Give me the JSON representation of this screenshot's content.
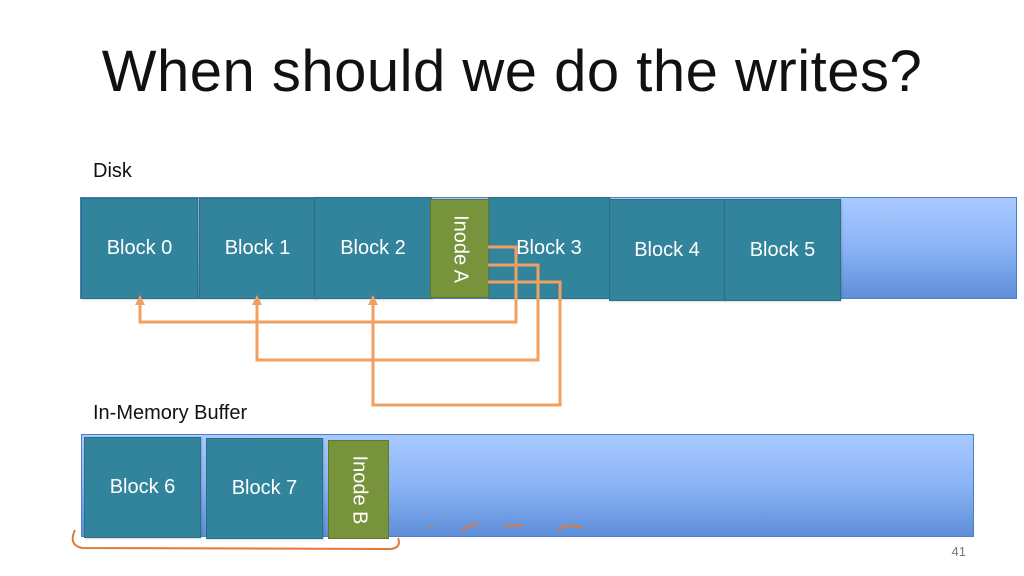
{
  "title": "When should we do the writes?",
  "disk": {
    "label": "Disk",
    "blocks": [
      "Block 0",
      "Block 1",
      "Block 2",
      "Block 3",
      "Block 4",
      "Block 5"
    ],
    "inode": "Inode A"
  },
  "memory": {
    "label": "In-Memory Buffer",
    "blocks": [
      "Block 6",
      "Block 7"
    ],
    "inode": "Inode B"
  },
  "slide_number": "41",
  "colors": {
    "block": "#31849b",
    "inode": "#77933c",
    "strip": "#8db6f6",
    "arrow": "#f0a060",
    "annotation": "#e07a3a"
  }
}
